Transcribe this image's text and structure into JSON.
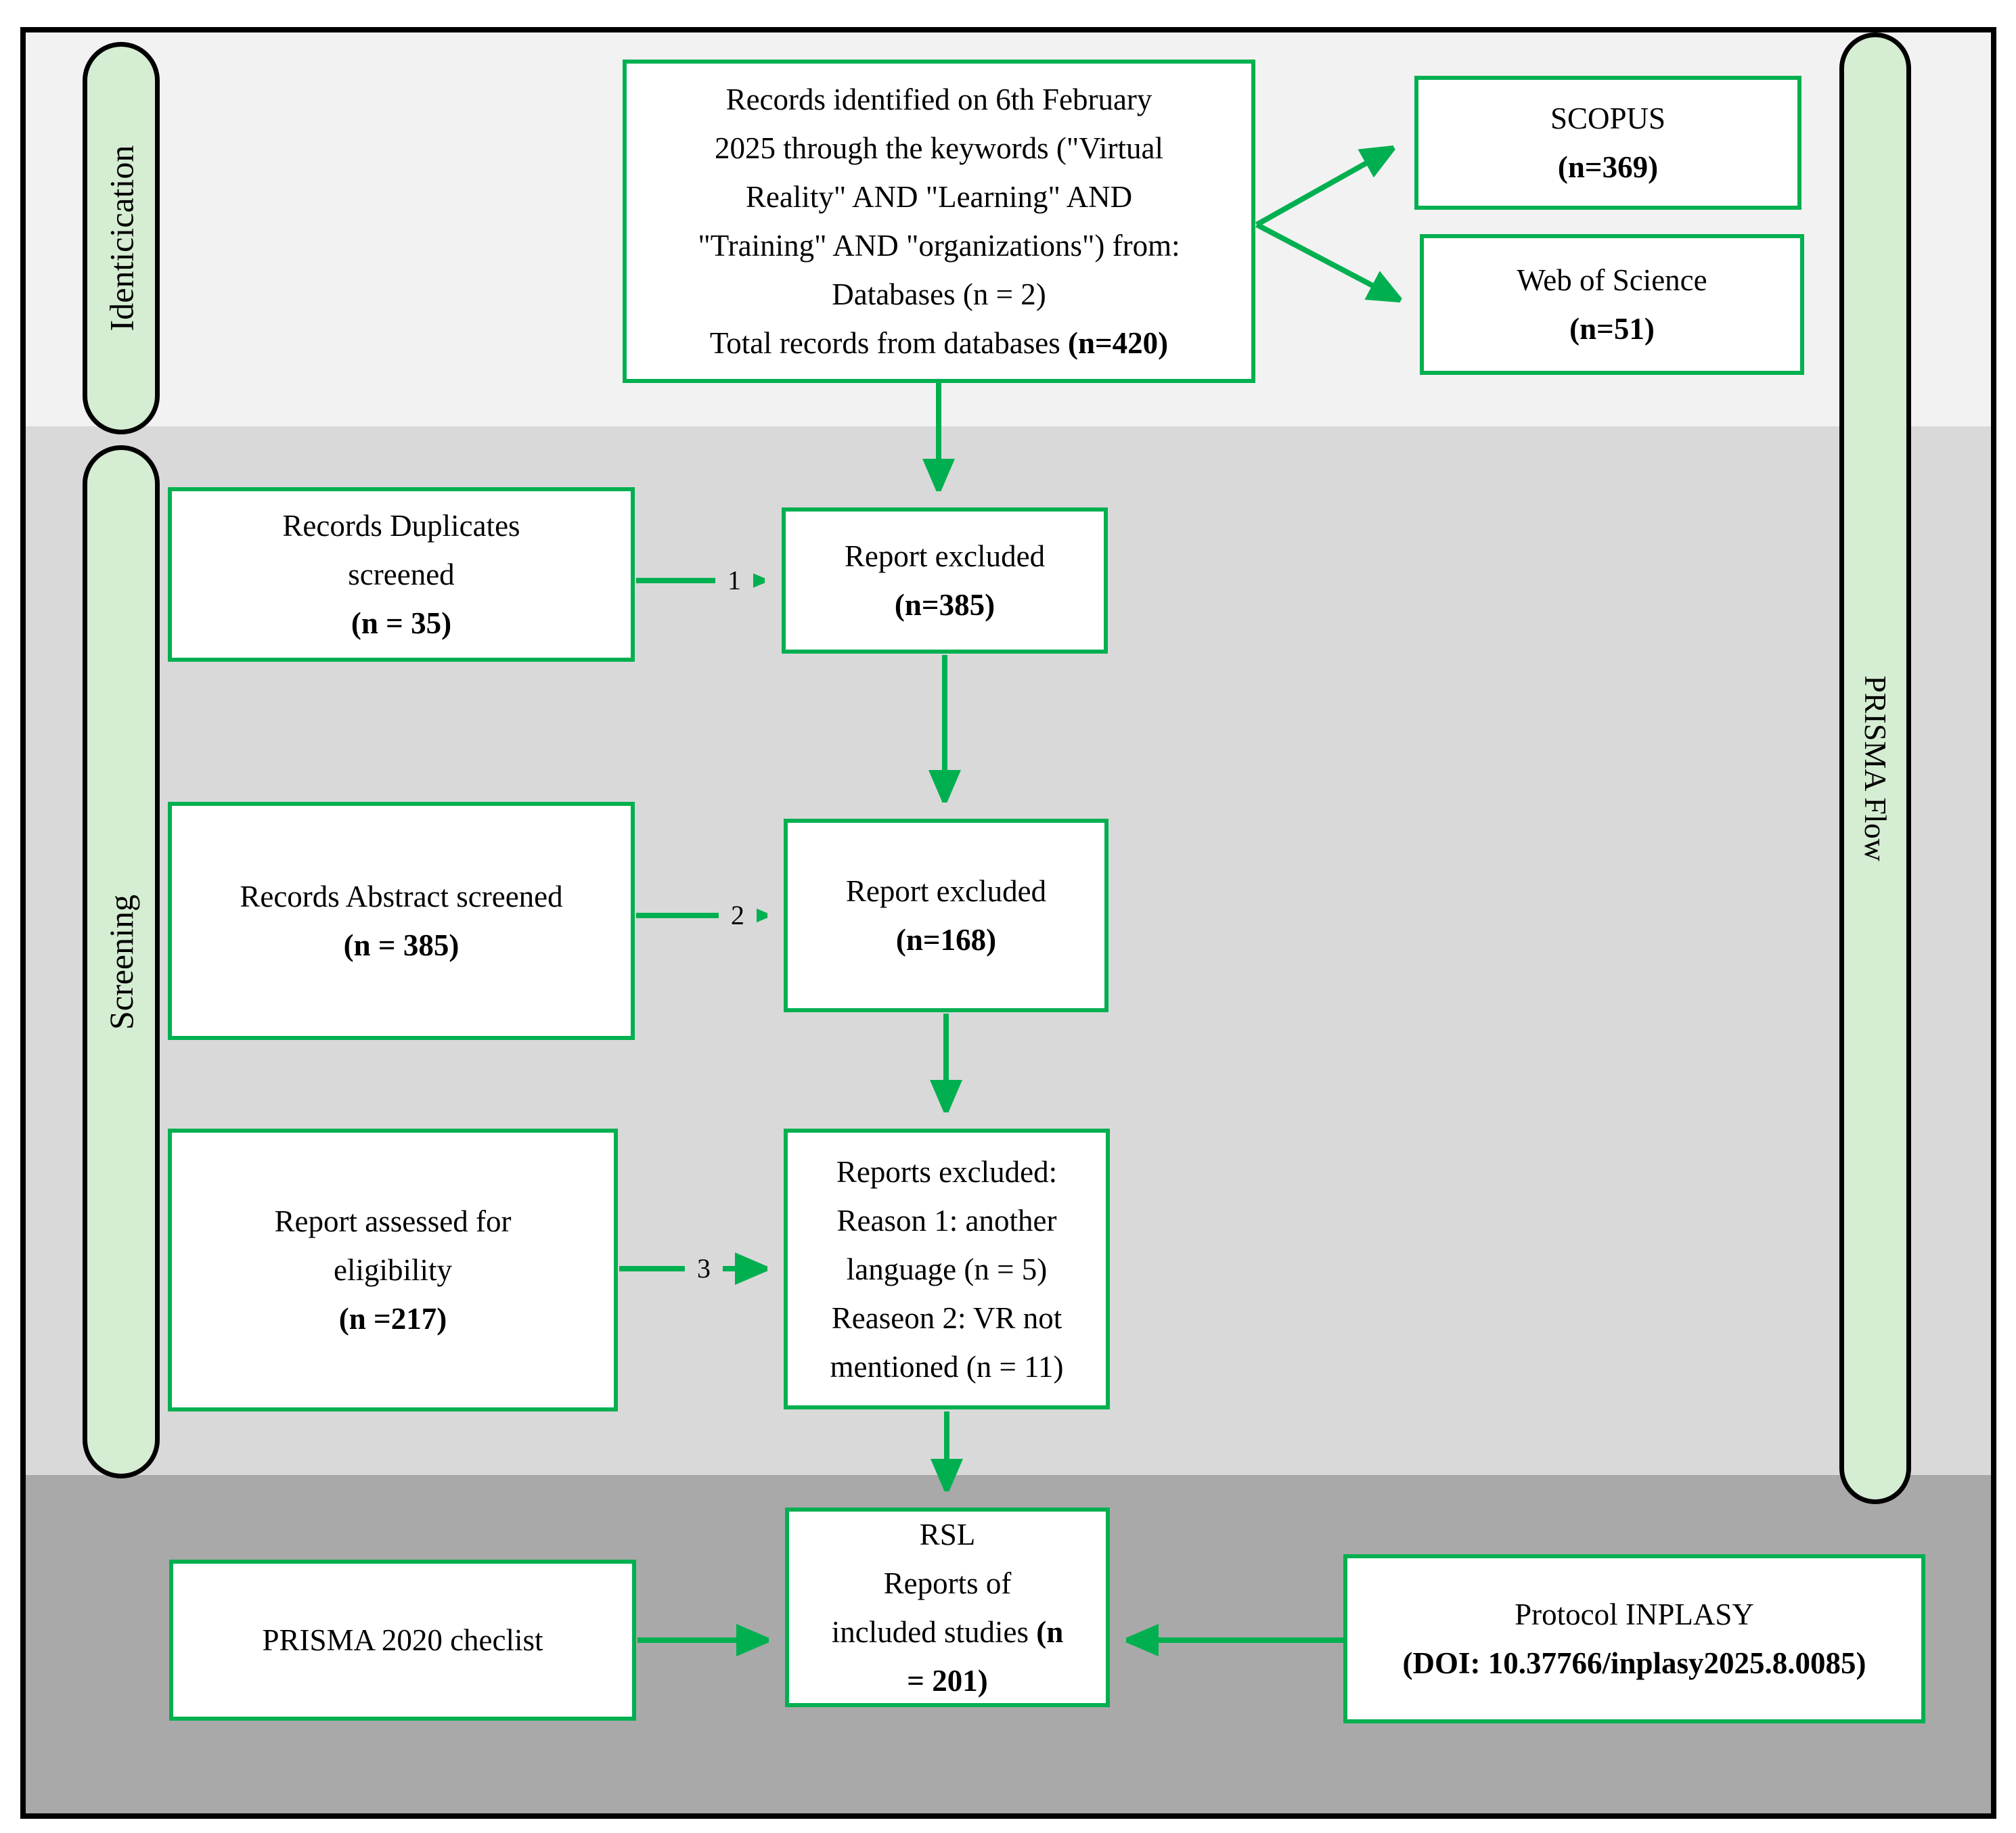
{
  "diagram": {
    "side_labels": {
      "identification": "Identicication",
      "screening": "Screening",
      "prisma_flow": "PRISMA Flow"
    },
    "boxes": {
      "records_identified": {
        "pre": "Records identified on 6th February\n2025 through the keywords (\"Virtual\nReality\" AND \"Learning\" AND\n\"Training\" AND \"organizations\") from:\nDatabases (n = 2)\nTotal records from databases ",
        "bold": "(n=420)"
      },
      "scopus": {
        "pre": "SCOPUS\n",
        "bold": "(n=369)"
      },
      "web_of_science": {
        "pre": "Web of Science\n",
        "bold": "(n=51)"
      },
      "duplicates_screened": {
        "pre": "Records Duplicates\nscreened\n",
        "bold": "(n = 35)"
      },
      "excluded_1": {
        "pre": "Report excluded\n",
        "bold": "(n=385)"
      },
      "abstract_screened": {
        "pre": "Records Abstract screened\n",
        "bold": "(n = 385)"
      },
      "excluded_2": {
        "pre": "Report excluded\n",
        "bold": "(n=168)"
      },
      "assessed_eligibility": {
        "pre": "Report assessed for\neligibility\n",
        "bold": "(n =217)"
      },
      "reports_excluded_reasons": {
        "pre": "Reports excluded:\nReason 1: another\nlanguage (n = 5)\nReaseon 2: VR not\nmentioned (n = 11)",
        "bold": ""
      },
      "prisma_checklist": {
        "pre": "PRISMA 2020 checlist",
        "bold": ""
      },
      "rsl_included": {
        "pre": "RSL\nReports of\nincluded studies ",
        "bold": "(n\n= 201)"
      },
      "protocol_inplasy": {
        "pre": "Protocol INPLASY\n",
        "bold": "(DOI: 10.37766/inplasy2025.8.0085)"
      }
    },
    "arrow_labels": {
      "one": "1",
      "two": "2",
      "three": "3"
    },
    "colors": {
      "green": "#00b050",
      "pill_fill": "#d5edd2",
      "band_top": "#f2f2f2",
      "band_middle": "#d9d9d9",
      "band_bottom": "#a9a9a9",
      "border_black": "#000000"
    }
  }
}
